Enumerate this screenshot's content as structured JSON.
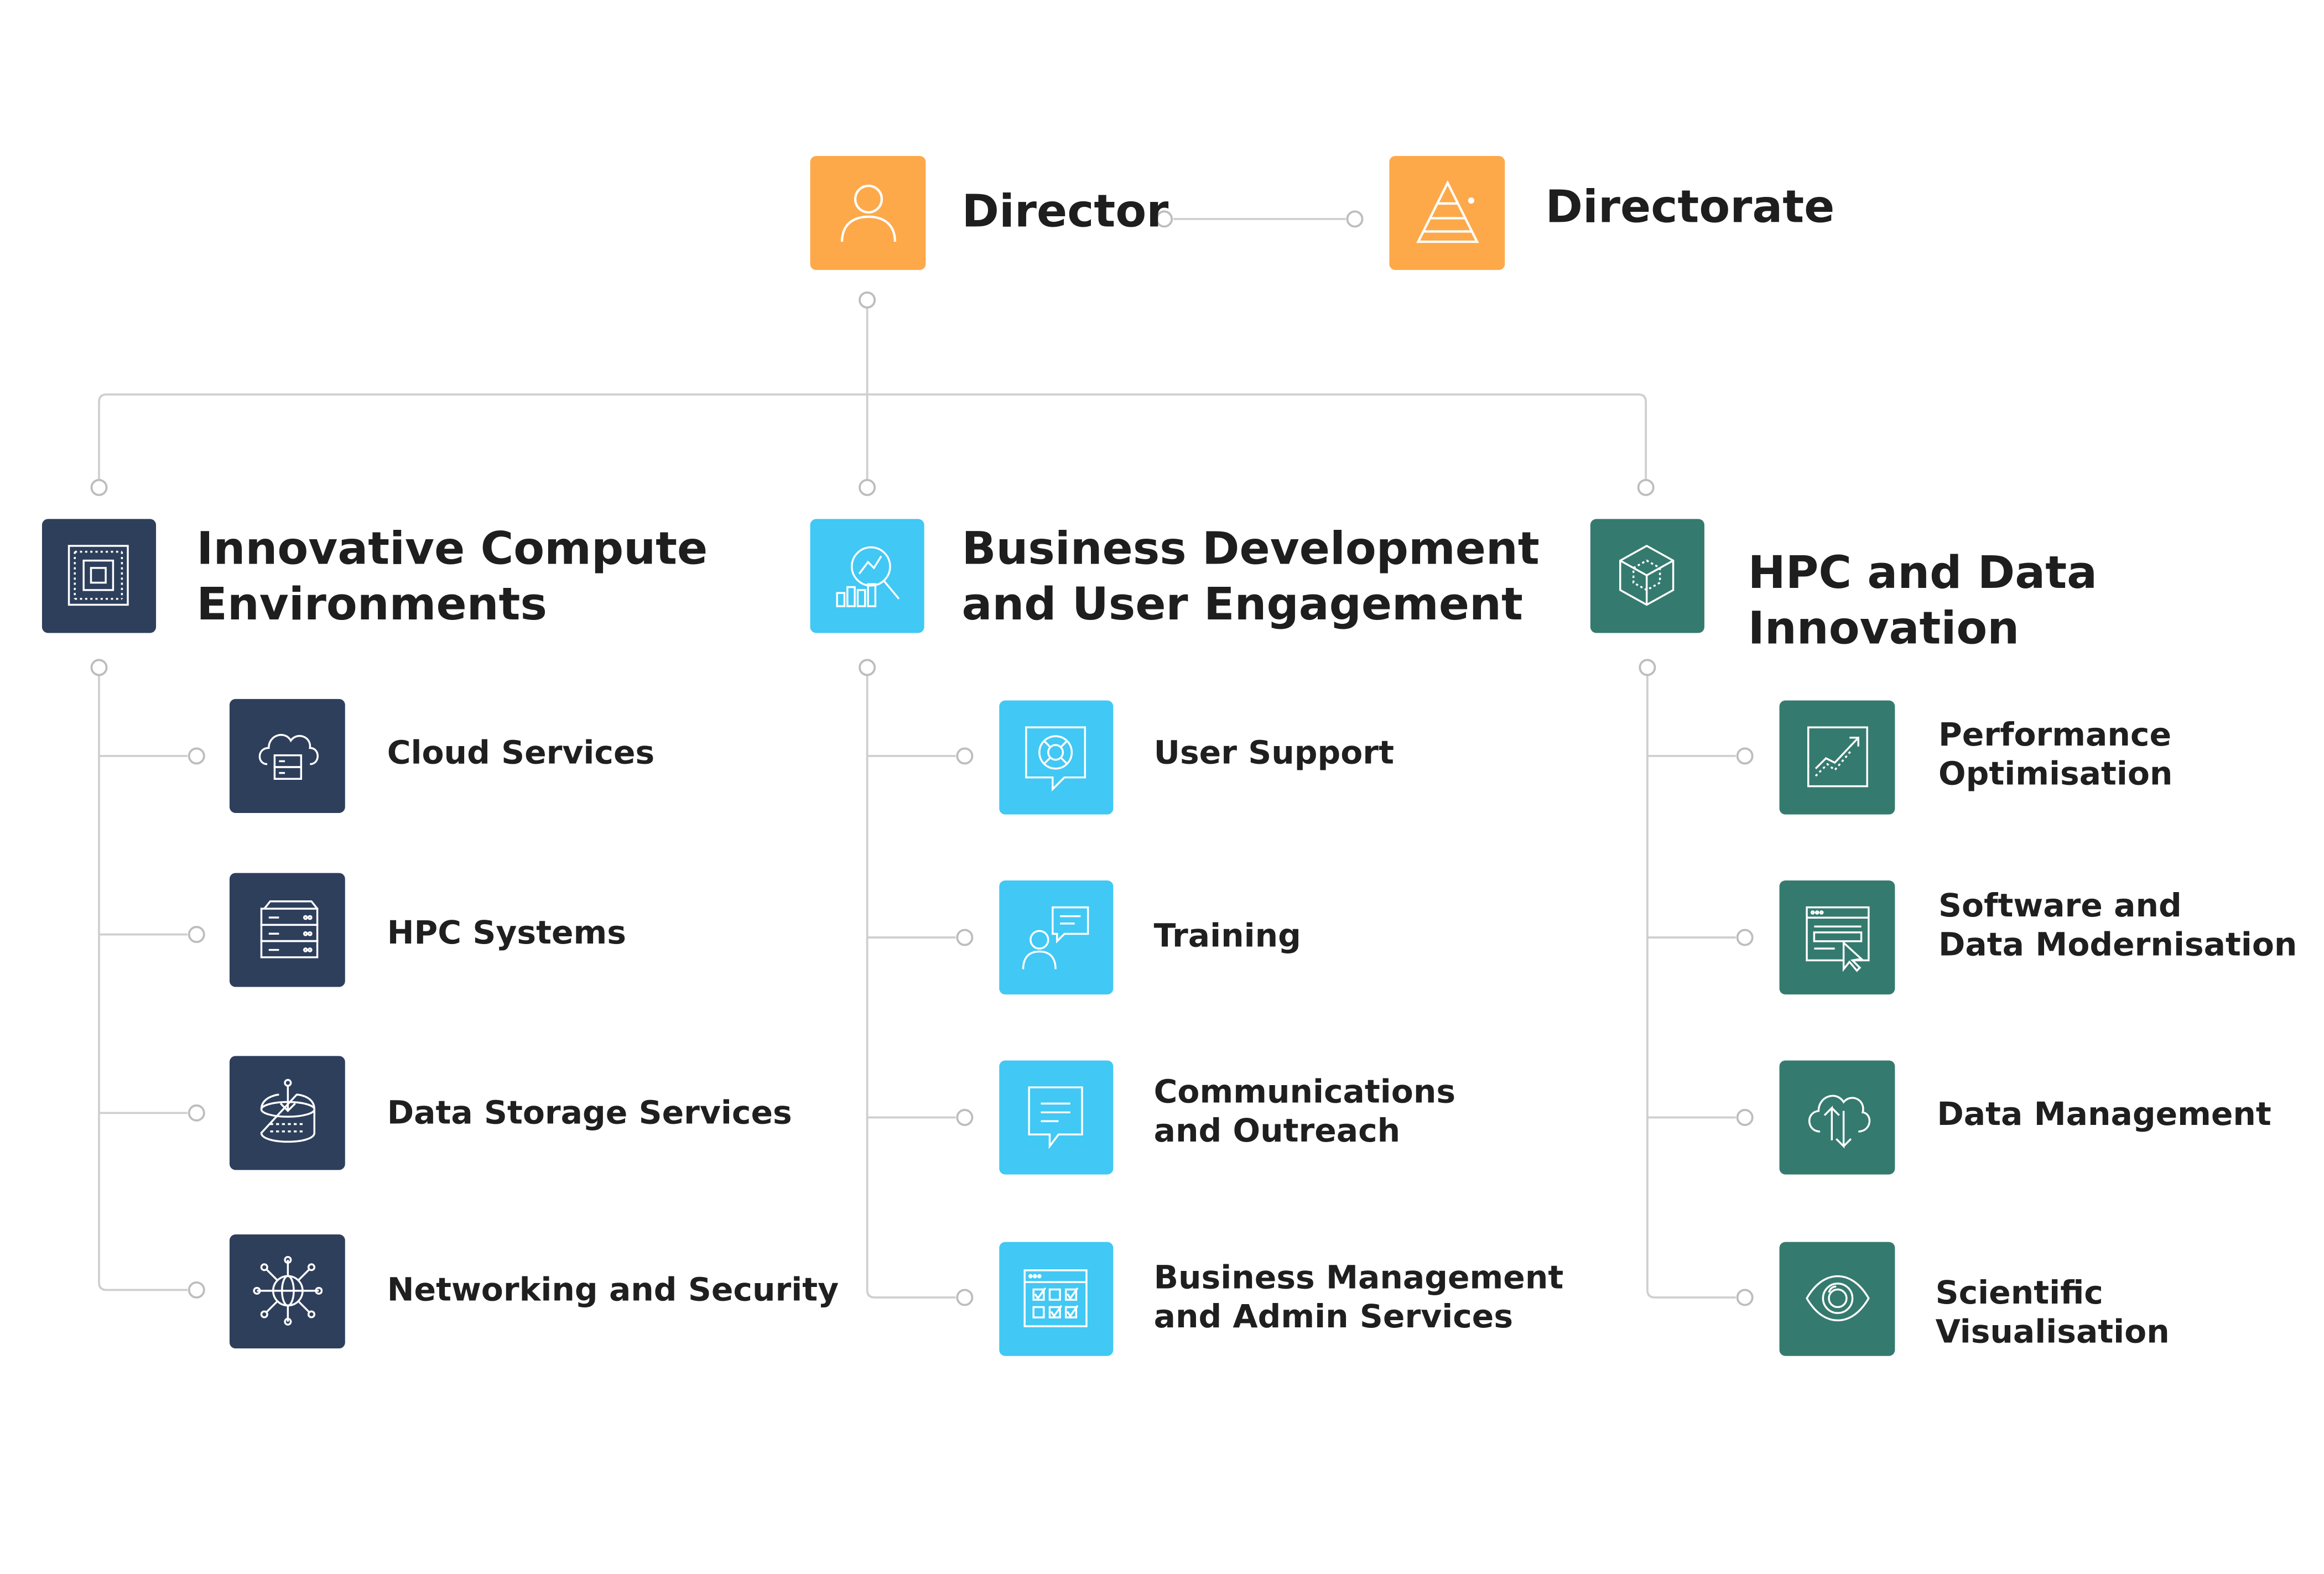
{
  "colors": {
    "director": "#FDA94A",
    "compute": "#2E3F5C",
    "business": "#41C8F5",
    "hpc": "#357A6F",
    "connector": "#cfcfcf"
  },
  "top": {
    "director": {
      "label": "Director",
      "icon": "person-icon"
    },
    "directorate": {
      "label": "Directorate",
      "icon": "pyramid-icon"
    }
  },
  "divisions": [
    {
      "title_line1": "Innovative Compute",
      "title_line2": "Environments",
      "icon": "cpu-chip-icon",
      "items": [
        {
          "line1": "Cloud Services",
          "line2": "",
          "icon": "cloud-server-icon"
        },
        {
          "line1": "HPC Systems",
          "line2": "",
          "icon": "server-rack-icon"
        },
        {
          "line1": "Data Storage Services",
          "line2": "",
          "icon": "storage-drive-icon"
        },
        {
          "line1": "Networking and Security",
          "line2": "",
          "icon": "network-globe-icon"
        }
      ]
    },
    {
      "title_line1": "Business Development",
      "title_line2": "and User Engagement",
      "icon": "growth-magnifier-icon",
      "items": [
        {
          "line1": "User Support",
          "line2": "",
          "icon": "lifebuoy-chat-icon"
        },
        {
          "line1": "Training",
          "line2": "",
          "icon": "presenter-chat-icon"
        },
        {
          "line1": "Communications",
          "line2": "and Outreach",
          "icon": "speech-bubble-icon"
        },
        {
          "line1": "Business Management",
          "line2": "and Admin Services",
          "icon": "calendar-checklist-icon"
        }
      ]
    },
    {
      "title_line1": "HPC and Data Innovation",
      "title_line2": "",
      "icon": "cube-icon",
      "items": [
        {
          "line1": "Performance",
          "line2": "Optimisation",
          "icon": "trend-chart-icon"
        },
        {
          "line1": "Software and",
          "line2": "Data Modernisation",
          "icon": "browser-cursor-icon"
        },
        {
          "line1": "Data Management",
          "line2": "",
          "icon": "cloud-transfer-icon"
        },
        {
          "line1": "Scientific Visualisation",
          "line2": "",
          "icon": "eye-icon"
        }
      ]
    }
  ]
}
